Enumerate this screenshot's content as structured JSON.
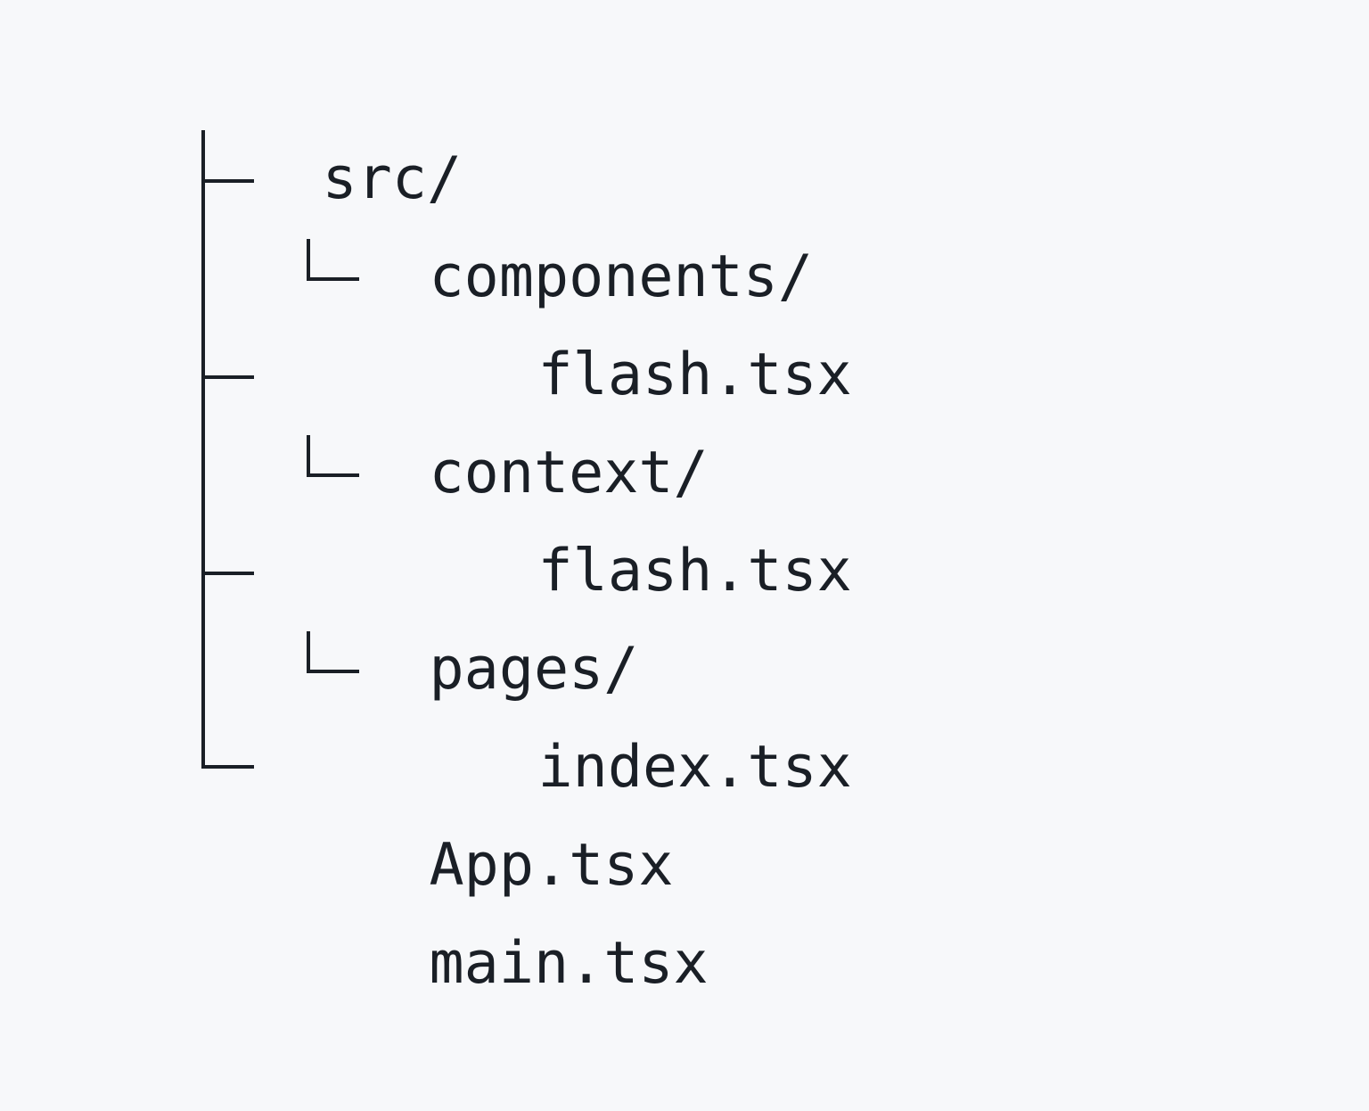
{
  "colors": {
    "background": "#f7f8fa",
    "text": "#1a1f26",
    "line": "#1a1f26"
  },
  "tree": {
    "root_label": "src/",
    "rows": [
      {
        "label": "src/",
        "depth": 0,
        "kind": "directory",
        "connector": "none"
      },
      {
        "label": "components/",
        "depth": 1,
        "kind": "directory",
        "connector": "tee"
      },
      {
        "label": "flash.tsx",
        "depth": 2,
        "kind": "file",
        "connector": "elbow"
      },
      {
        "label": "context/",
        "depth": 1,
        "kind": "directory",
        "connector": "tee"
      },
      {
        "label": "flash.tsx",
        "depth": 2,
        "kind": "file",
        "connector": "elbow"
      },
      {
        "label": "pages/",
        "depth": 1,
        "kind": "directory",
        "connector": "tee"
      },
      {
        "label": "index.tsx",
        "depth": 2,
        "kind": "file",
        "connector": "elbow"
      },
      {
        "label": "App.tsx",
        "depth": 1,
        "kind": "file",
        "connector": "corner"
      },
      {
        "label": "main.tsx",
        "depth": 1,
        "kind": "file",
        "connector": "none"
      }
    ]
  }
}
